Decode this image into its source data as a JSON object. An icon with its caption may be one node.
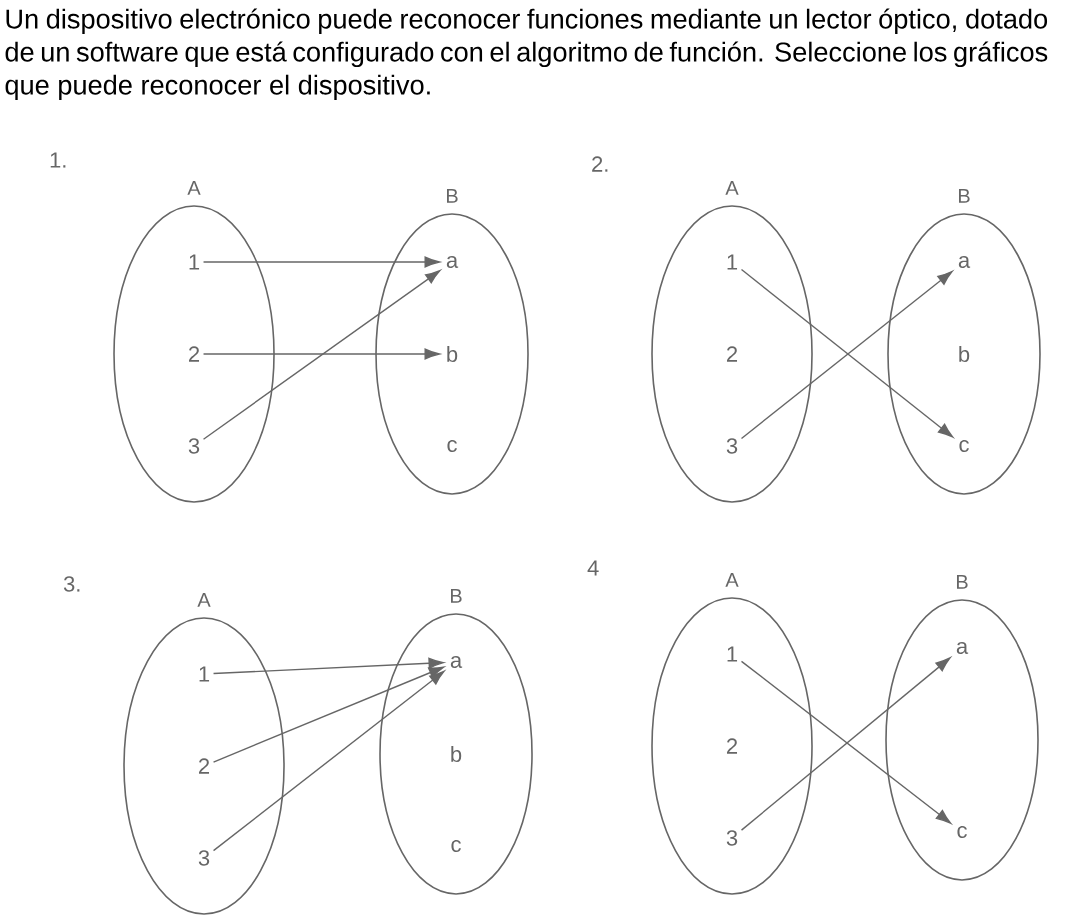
{
  "diagram": {
    "title": "Un dispositivo electrónico puede reconocer funciones mediante un lector óptico, dotado de un software que está configurado con el algoritmo de función. Seleccione los gráficos que puede reconocer el dispositivo.",
    "nodes": [
      {
        "text": [
          "A"
        ]
      },
      {
        "text": [
          "B"
        ]
      },
      {
        "text": [
          "1"
        ],
        "in": 0
      },
      {
        "text": [
          "2"
        ],
        "in": 0
      },
      {
        "text": [
          "3"
        ],
        "in": 0
      },
      {
        "text": [
          "a"
        ],
        "in": 1
      },
      {
        "text": [
          "b"
        ],
        "in": 1
      },
      {
        "text": [
          "c"
        ],
        "in": 1
      },
      {
        "text": [
          "A"
        ]
      },
      {
        "text": [
          "B"
        ]
      },
      {
        "text": [
          "1"
        ],
        "in": 8
      },
      {
        "text": [
          "2"
        ],
        "in": 8
      },
      {
        "text": [
          "3"
        ],
        "in": 8
      },
      {
        "text": [
          "a"
        ],
        "in": 9
      },
      {
        "text": [
          "b"
        ],
        "in": 9
      },
      {
        "text": [
          "c"
        ],
        "in": 9
      },
      {
        "text": [
          "A"
        ]
      },
      {
        "text": [
          "B"
        ]
      },
      {
        "text": [
          "1"
        ],
        "in": 16
      },
      {
        "text": [
          "2"
        ],
        "in": 16
      },
      {
        "text": [
          "3"
        ],
        "in": 16
      },
      {
        "text": [
          "a"
        ],
        "in": 17
      },
      {
        "text": [
          "b"
        ],
        "in": 17
      },
      {
        "text": [
          "c"
        ],
        "in": 17
      },
      {
        "text": [
          "A"
        ]
      },
      {
        "text": [
          "B"
        ]
      },
      {
        "text": [
          "1"
        ],
        "in": 24
      },
      {
        "text": [
          "2"
        ],
        "in": 24
      },
      {
        "text": [
          "3"
        ],
        "in": 24
      },
      {
        "text": [
          "a"
        ],
        "in": 25
      },
      {
        "text": [
          "c"
        ],
        "in": 25
      }
    ],
    "edges": [
      {
        "from": 2,
        "to": 5,
        "arrow": "to"
      },
      {
        "from": 3,
        "to": 6,
        "arrow": "to"
      },
      {
        "from": 4,
        "to": 5,
        "arrow": "to"
      },
      {
        "from": 10,
        "to": 15,
        "arrow": "to"
      },
      {
        "from": 12,
        "to": 13,
        "arrow": "to"
      },
      {
        "from": 18,
        "to": 21,
        "arrow": "to"
      },
      {
        "from": 19,
        "to": 21,
        "arrow": "to"
      },
      {
        "from": 20,
        "to": 21,
        "arrow": "to"
      },
      {
        "from": 26,
        "to": 30,
        "arrow": "to"
      },
      {
        "from": 28,
        "to": 29,
        "arrow": "to"
      }
    ],
    "labels": [
      "1.",
      "2.",
      "3.",
      "4"
    ]
  }
}
